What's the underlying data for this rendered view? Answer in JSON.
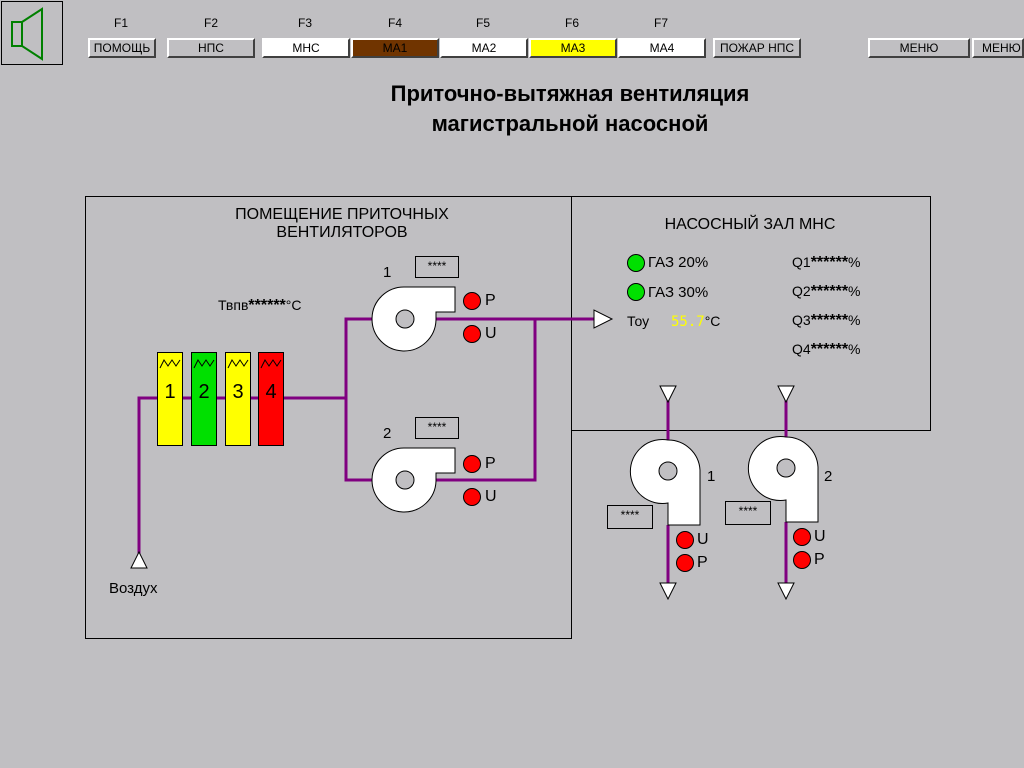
{
  "toolbar": {
    "fkeys": [
      "F1",
      "F2",
      "F3",
      "F4",
      "F5",
      "F6",
      "F7"
    ],
    "buttons": {
      "help": "ПОМОЩЬ",
      "nps": "НПС",
      "mns": "МНС",
      "ma1": "МА1",
      "ma2": "МА2",
      "ma3": "МА3",
      "ma4": "МА4",
      "fire_nps": "ПОЖАР НПС",
      "menu1": "МЕНЮ",
      "menu2": "МЕНЮ"
    },
    "button_colors": {
      "mns": "#ffffff",
      "ma1": "#703400",
      "ma2": "#ffffff",
      "ma3": "#ffff00",
      "ma4": "#ffffff"
    }
  },
  "title": {
    "line1": "Приточно-вытяжная вентиляция",
    "line2": "магистральной насосной"
  },
  "supply_room": {
    "title_line1": "ПОМЕЩЕНИЕ ПРИТОЧНЫХ",
    "title_line2": "ВЕНТИЛЯТОРОВ",
    "temp_label": "Твпв",
    "temp_value": "******",
    "temp_unit": "°С",
    "air_label": "Воздух",
    "filters": [
      {
        "label": "1",
        "color": "#ffff00"
      },
      {
        "label": "2",
        "color": "#00e000"
      },
      {
        "label": "3",
        "color": "#ffff00"
      },
      {
        "label": "4",
        "color": "#ff0000"
      }
    ],
    "fan1": {
      "number": "1",
      "value": "****",
      "lamp_p": "P",
      "lamp_u": "U"
    },
    "fan2": {
      "number": "2",
      "value": "****",
      "lamp_p": "P",
      "lamp_u": "U"
    }
  },
  "pump_hall": {
    "title": "НАСОСНЫЙ ЗАЛ МНС",
    "gas20": "ГАЗ 20%",
    "gas30": "ГАЗ 30%",
    "toy_label": "Тоу",
    "toy_value": "55.7",
    "toy_unit": "°С",
    "q": [
      {
        "label": "Q1",
        "value": "******",
        "unit": "%"
      },
      {
        "label": "Q2",
        "value": "******",
        "unit": "%"
      },
      {
        "label": "Q3",
        "value": "******",
        "unit": "%"
      },
      {
        "label": "Q4",
        "value": "******",
        "unit": "%"
      }
    ]
  },
  "exhaust": {
    "fan1": {
      "number": "1",
      "value": "****",
      "lamp_u": "U",
      "lamp_p": "P"
    },
    "fan2": {
      "number": "2",
      "value": "****",
      "lamp_u": "U",
      "lamp_p": "P"
    }
  },
  "colors": {
    "background": "#c0bfc2",
    "pipe": "#800080",
    "alarm": "#ff0000",
    "ok": "#00e000",
    "value_text": "#ffff00"
  }
}
